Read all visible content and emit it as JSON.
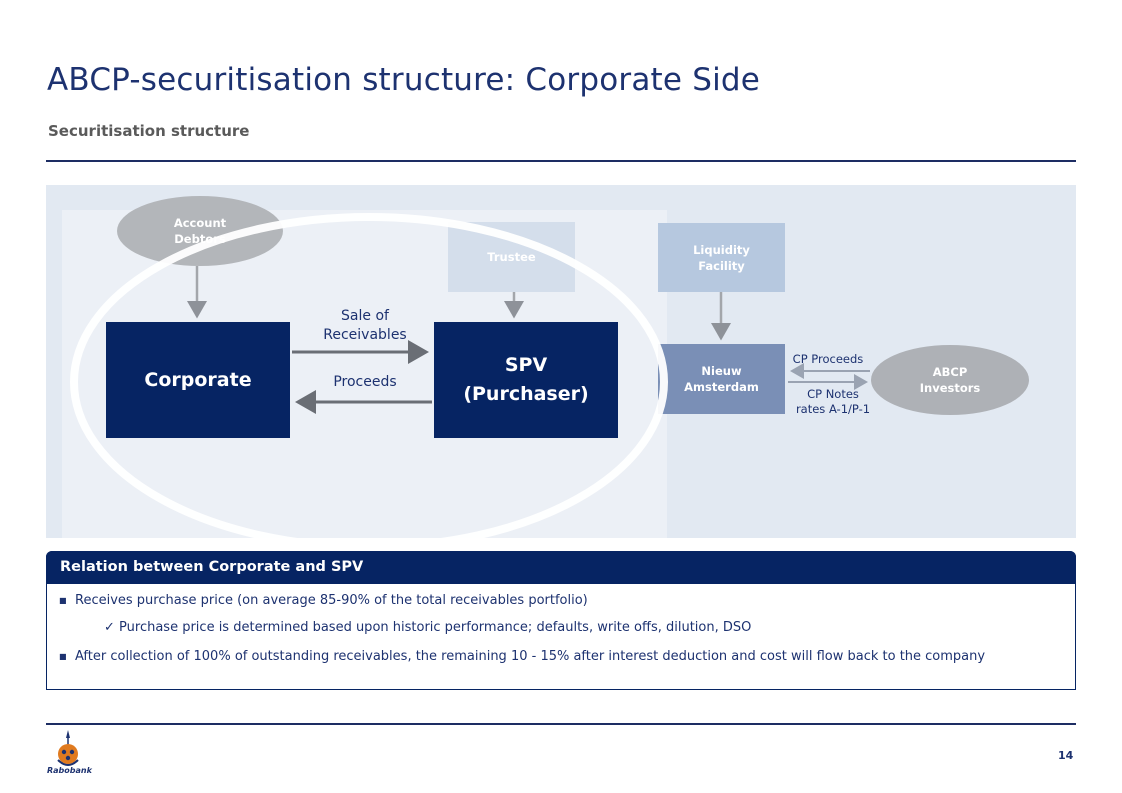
{
  "header": {
    "title": "ABCP-securitisation structure: Corporate Side",
    "subtitle": "Securitisation structure"
  },
  "diagram": {
    "nodes": {
      "account_debtors": "Account\nDebtors",
      "trustee": "Trustee",
      "liquidity_facility": "Liquidity\nFacility",
      "corporate": "Corporate",
      "spv": "SPV\n(Purchaser)",
      "nieuw_amsterdam": "Nieuw\nAmsterdam",
      "abcp_investors": "ABCP\nInvestors"
    },
    "labels": {
      "sale_of_receivables": "Sale of\nReceivables",
      "proceeds": "Proceeds",
      "cp_proceeds": "CP Proceeds",
      "cp_notes": "CP Notes\nrates A-1/P-1"
    },
    "colors": {
      "dark_navy": "#062463",
      "light_blue": "#b6c8df",
      "mid_blue": "#7a8fb6",
      "grey_ellipse": "#b3b6ba",
      "highlight_ring": "#ffffff"
    }
  },
  "panel": {
    "heading": "Relation between Corporate and SPV",
    "bullet1": "Receives purchase price (on average 85-90% of the total receivables portfolio)",
    "sub_bullet": "Purchase price is determined based upon historic performance; defaults, write offs, dilution, DSO",
    "bullet2": "After collection of 100% of outstanding receivables, the remaining 10 - 15% after interest deduction and cost will flow back to the company"
  },
  "footer": {
    "page_number": "14",
    "logo_text": "Rabobank"
  }
}
